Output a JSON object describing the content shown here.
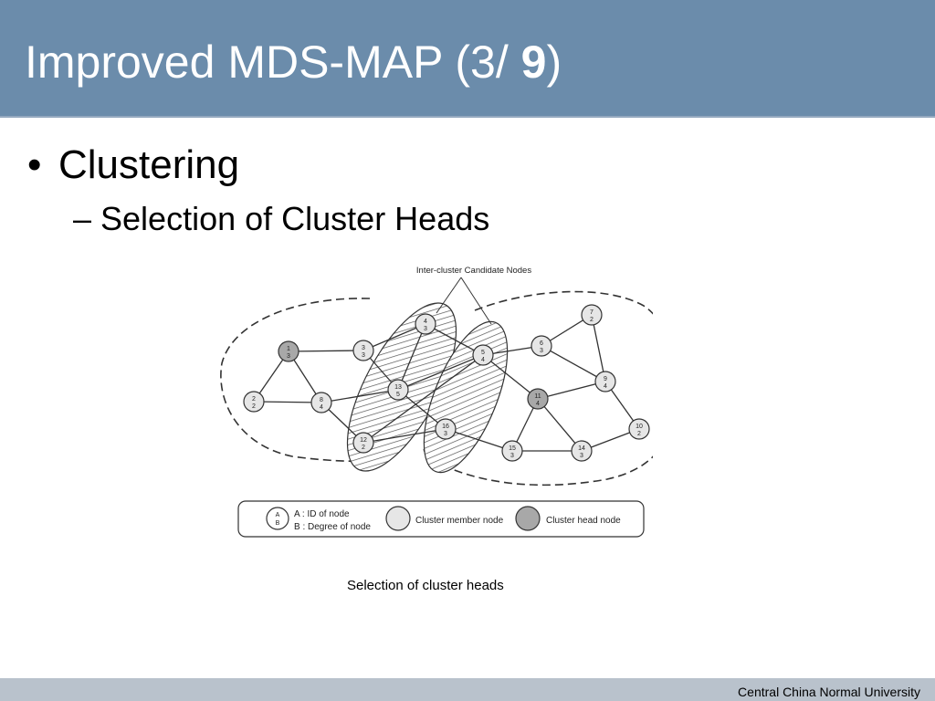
{
  "slide": {
    "title_prefix": "Improved MDS-MAP (3/ ",
    "title_number": "9",
    "title_suffix": ")",
    "bullet_1": "Clustering",
    "bullet_1_marker": "•",
    "bullet_2": "– Selection of Cluster Heads",
    "caption": "Selection of cluster heads",
    "footer": "Central China Normal University"
  },
  "diagram": {
    "top_label": "Inter-cluster Candidate Nodes",
    "nodes": [
      {
        "id": "1",
        "degree": "3",
        "head": true
      },
      {
        "id": "2",
        "degree": "2",
        "head": false
      },
      {
        "id": "3",
        "degree": "3",
        "head": false
      },
      {
        "id": "4",
        "degree": "3",
        "head": false
      },
      {
        "id": "5",
        "degree": "4",
        "head": false
      },
      {
        "id": "6",
        "degree": "3",
        "head": false
      },
      {
        "id": "7",
        "degree": "2",
        "head": false
      },
      {
        "id": "8",
        "degree": "4",
        "head": false
      },
      {
        "id": "9",
        "degree": "4",
        "head": false
      },
      {
        "id": "10",
        "degree": "2",
        "head": false
      },
      {
        "id": "11",
        "degree": "4",
        "head": true
      },
      {
        "id": "12",
        "degree": "2",
        "head": false
      },
      {
        "id": "13",
        "degree": "5",
        "head": false
      },
      {
        "id": "14",
        "degree": "3",
        "head": false
      },
      {
        "id": "15",
        "degree": "3",
        "head": false
      },
      {
        "id": "16",
        "degree": "3",
        "head": false
      }
    ],
    "legend": {
      "sample_a": "A",
      "sample_b": "B",
      "line_a": "A : ID of node",
      "line_b": "B : Degree of node",
      "member": "Cluster member node",
      "head": "Cluster head node"
    },
    "colors": {
      "member_fill": "#e6e6e6",
      "head_fill": "#a8a8a8",
      "stroke": "#333333"
    }
  }
}
